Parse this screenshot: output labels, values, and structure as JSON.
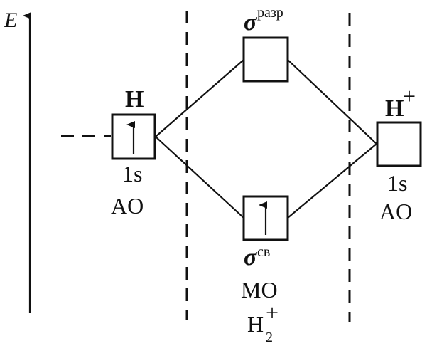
{
  "axis": {
    "label": "E"
  },
  "left_atom": {
    "symbol": "H",
    "orbital": "1s",
    "orbital_type": "AO",
    "electrons": 1
  },
  "right_atom": {
    "symbol": "H",
    "charge": "+",
    "orbital": "1s",
    "orbital_type": "AO",
    "electrons": 0
  },
  "antibonding": {
    "symbol": "σ",
    "superscript": "разр",
    "electrons": 0
  },
  "bonding": {
    "symbol": "σ",
    "superscript": "св",
    "electrons": 1
  },
  "molecule": {
    "orbital_type": "MO",
    "symbol": "H",
    "subscript": "2",
    "charge": "+"
  }
}
